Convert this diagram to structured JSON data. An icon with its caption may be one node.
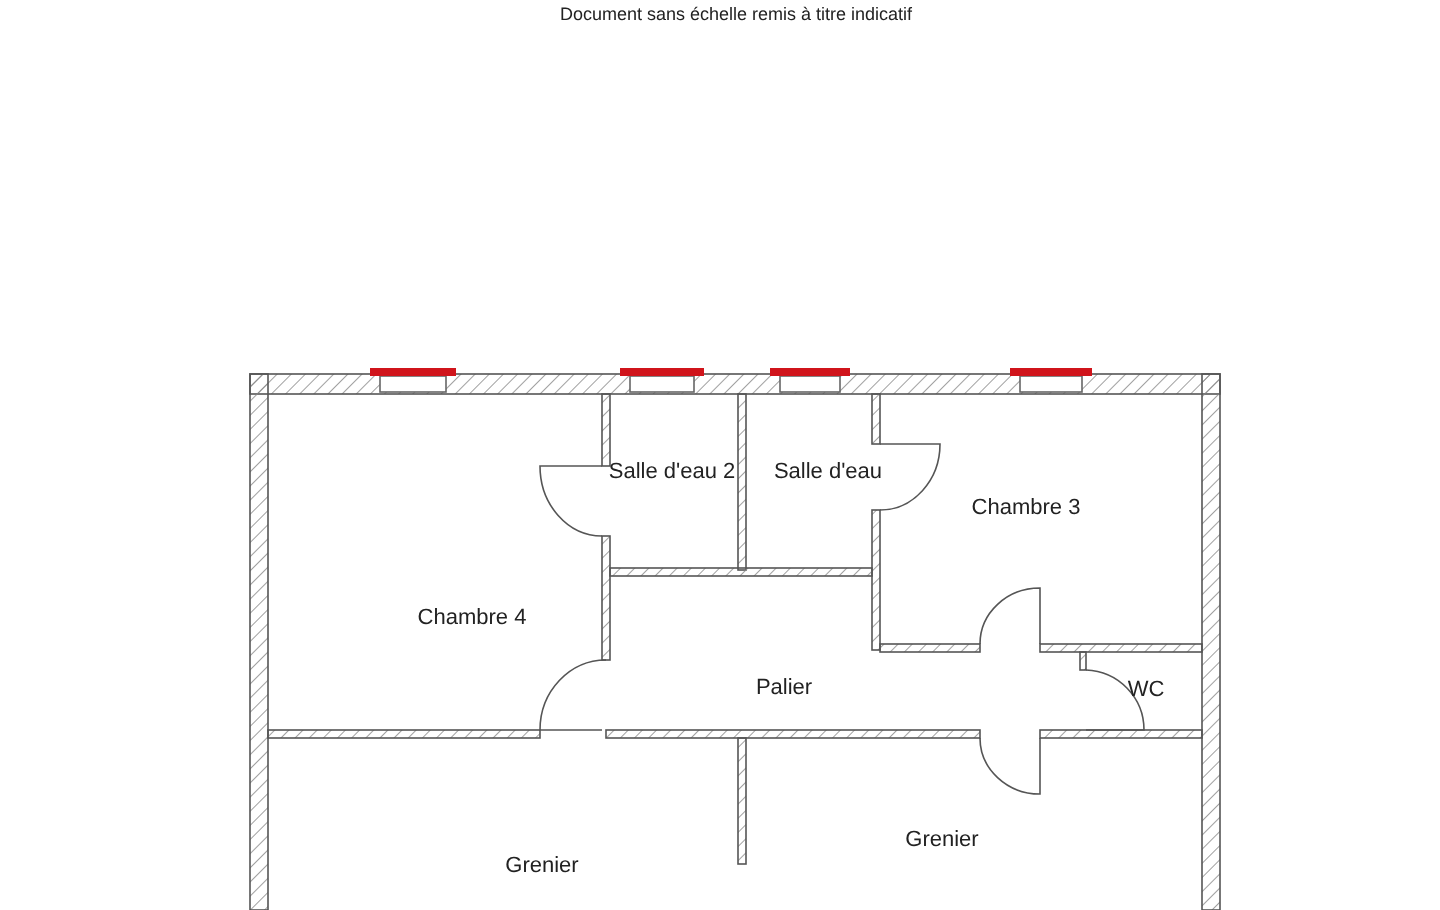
{
  "diagram": {
    "labels": [
      "Document sans échelle remis à titre indicatif",
      "Salle d'eau 2",
      "Salle d'eau",
      "Chambre 3",
      "Chambre 4",
      "Palier",
      "WC",
      "Grenier",
      "Grenier"
    ]
  }
}
